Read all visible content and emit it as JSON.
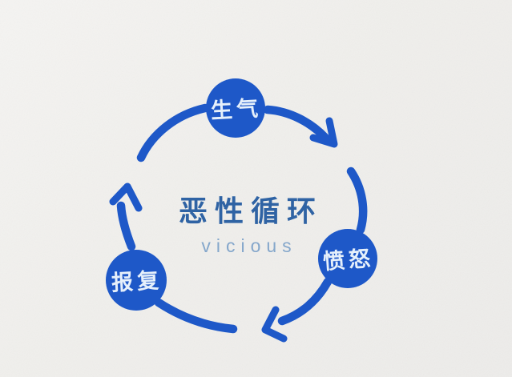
{
  "diagram": {
    "title": "恶性循环",
    "subtitle": "vicious",
    "nodes": [
      {
        "id": "get-angry",
        "label": "生气",
        "position": "top"
      },
      {
        "id": "fury",
        "label": "愤怒",
        "position": "bottom-right"
      },
      {
        "id": "revenge",
        "label": "报复",
        "position": "bottom-left"
      }
    ],
    "flow": [
      "生气 → 愤怒",
      "愤怒 → 报复",
      "报复 → 生气"
    ],
    "direction": "clockwise",
    "colors": {
      "node_fill": "#1e58c8",
      "arrow": "#1e58c8",
      "title_text": "#2f63a4",
      "subtitle_text": "#85a7cb",
      "node_text": "#e6f0fb",
      "background": "#f0efec"
    }
  }
}
